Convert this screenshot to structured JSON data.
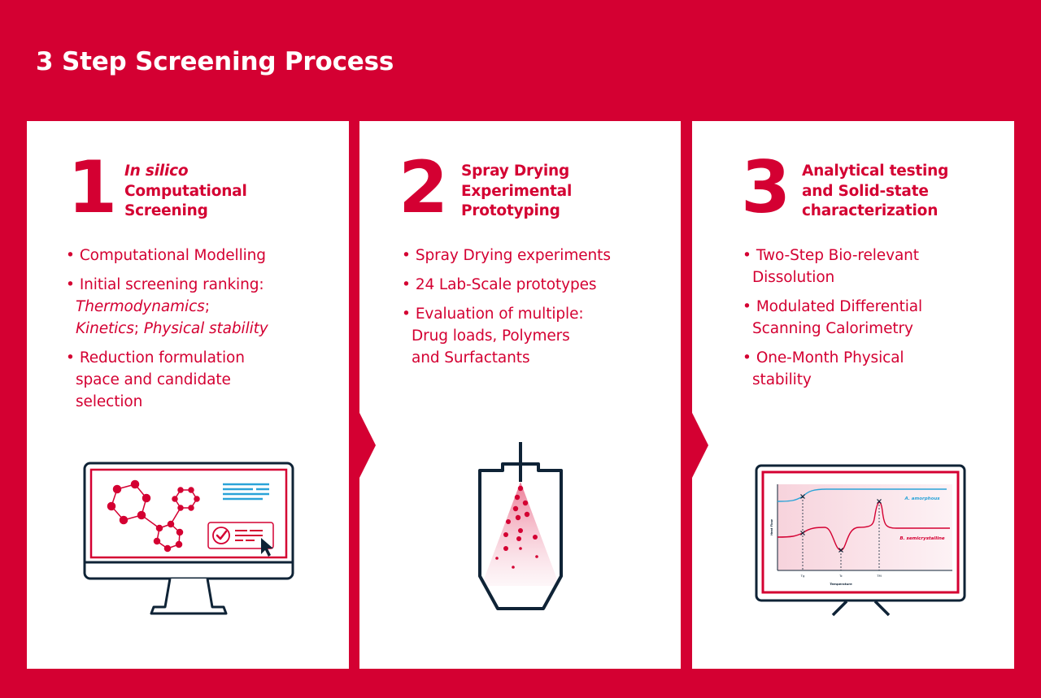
{
  "title": "3 Step Screening Process",
  "colors": {
    "brand_red": "#d40032",
    "navy": "#0f2336",
    "blue": "#2aa3d8",
    "white": "#ffffff",
    "pink_fill": "#f9dde4"
  },
  "steps": [
    {
      "number": "1",
      "heading_italic": "In silico",
      "heading_lines": [
        "Computational",
        "Screening"
      ],
      "bullets": [
        {
          "lines": [
            "Computational Modelling"
          ]
        },
        {
          "lines": [
            "Initial screening ranking:"
          ],
          "extra": {
            "t1": "Thermodynamics",
            "sep1": ";",
            "t2": "Kinetics",
            "sep2": "; ",
            "t3": "Physical stability"
          }
        },
        {
          "lines": [
            "Reduction formulation",
            "space and candidate",
            "selection"
          ]
        }
      ],
      "illustration": "computer-monitor-molecules-icon"
    },
    {
      "number": "2",
      "heading_lines": [
        "Spray Drying",
        "Experimental",
        "Prototyping"
      ],
      "bullets": [
        {
          "lines": [
            "Spray Drying experiments"
          ]
        },
        {
          "lines": [
            "24 Lab-Scale prototypes"
          ]
        },
        {
          "lines": [
            "Evaluation of multiple:",
            "Drug loads, Polymers",
            "and Surfactants"
          ]
        }
      ],
      "illustration": "spray-dryer-chamber-icon"
    },
    {
      "number": "3",
      "heading_lines": [
        "Analytical testing",
        "and Solid-state",
        "characterization"
      ],
      "bullets": [
        {
          "lines": [
            "Two-Step Bio-relevant",
            "Dissolution"
          ]
        },
        {
          "lines": [
            "Modulated Differential",
            "Scanning Calorimetry"
          ]
        },
        {
          "lines": [
            "One-Month Physical",
            "stability"
          ]
        }
      ],
      "illustration": "tv-monitor-dsc-chart-icon"
    }
  ],
  "bullet_char": "•",
  "dsc_chart": {
    "ylabel": "Heat Flow",
    "xlabel": "Temperature",
    "ticks": [
      "Tg",
      "Tc",
      "TM"
    ],
    "series": [
      {
        "name": "A. amorphous",
        "color": "#2aa3d8"
      },
      {
        "name": "B. semicrystalline",
        "color": "#d40032"
      }
    ]
  }
}
